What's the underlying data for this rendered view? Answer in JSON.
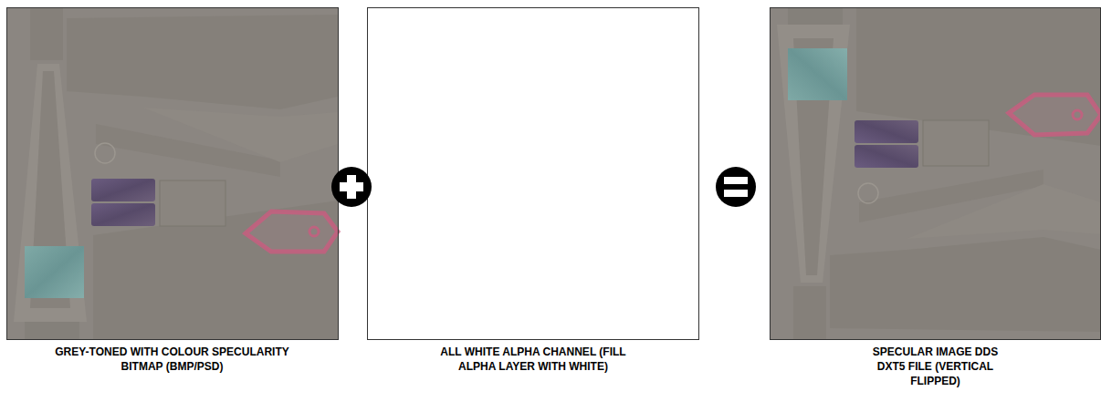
{
  "diagram": {
    "nodes": [
      {
        "text": [
          "GREY-TONED WITH COLOUR SPECULARITY BITMAP (BMP/PSD)"
        ]
      },
      {
        "text": [
          "ALL WHITE ALPHA CHANNEL (FILL ALPHA LAYER WITH WHITE)"
        ]
      },
      {
        "text": [
          "SPECULAR IMAGE DDS DXT5 FILE (VERTICAL FLIPPED)"
        ]
      }
    ]
  }
}
